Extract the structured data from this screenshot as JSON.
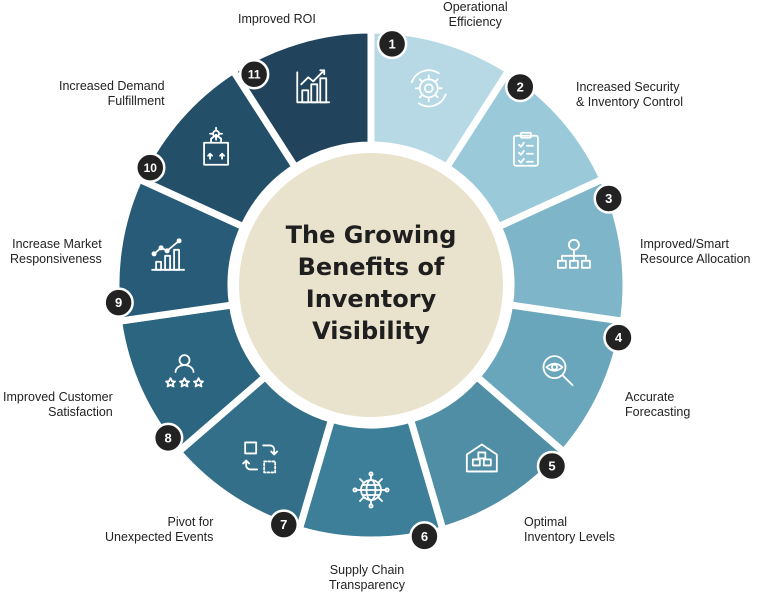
{
  "center": {
    "lines": [
      "The Growing",
      "Benefits of",
      "Inventory",
      "Visibility"
    ]
  },
  "segments": [
    {
      "number": "1",
      "lines": [
        "Operational",
        "Efficiency"
      ],
      "icon": "gear-cycle-icon",
      "color": "#b6d9e5"
    },
    {
      "number": "2",
      "lines": [
        "Increased Security",
        "& Inventory Control"
      ],
      "icon": "clipboard-checklist-icon",
      "color": "#9ac9da"
    },
    {
      "number": "3",
      "lines": [
        "Improved/Smart",
        "Resource Allocation"
      ],
      "icon": "org-chart-icon",
      "color": "#7fb5c8"
    },
    {
      "number": "4",
      "lines": [
        "Accurate",
        "Forecasting"
      ],
      "icon": "magnifier-eye-icon",
      "color": "#6aa6bb"
    },
    {
      "number": "5",
      "lines": [
        "Optimal",
        "Inventory Levels"
      ],
      "icon": "warehouse-icon",
      "color": "#4f8ea5"
    },
    {
      "number": "6",
      "lines": [
        "Supply Chain",
        "Transparency"
      ],
      "icon": "global-network-icon",
      "color": "#3d7f98"
    },
    {
      "number": "7",
      "lines": [
        "Pivot for",
        "Unexpected Events"
      ],
      "icon": "pivot-squares-icon",
      "color": "#336f88"
    },
    {
      "number": "8",
      "lines": [
        "Improved Customer",
        "Satisfaction"
      ],
      "icon": "customer-rating-icon",
      "color": "#2c6580"
    },
    {
      "number": "9",
      "lines": [
        "Increase Market",
        "Responsiveness"
      ],
      "icon": "growth-chart-icon",
      "color": "#275b77"
    },
    {
      "number": "10",
      "lines": [
        "Increased Demand",
        "Fulfillment"
      ],
      "icon": "package-icon",
      "color": "#234f69"
    },
    {
      "number": "11",
      "lines": [
        "Improved ROI"
      ],
      "icon": "roi-chart-icon",
      "color": "#21445c"
    }
  ]
}
